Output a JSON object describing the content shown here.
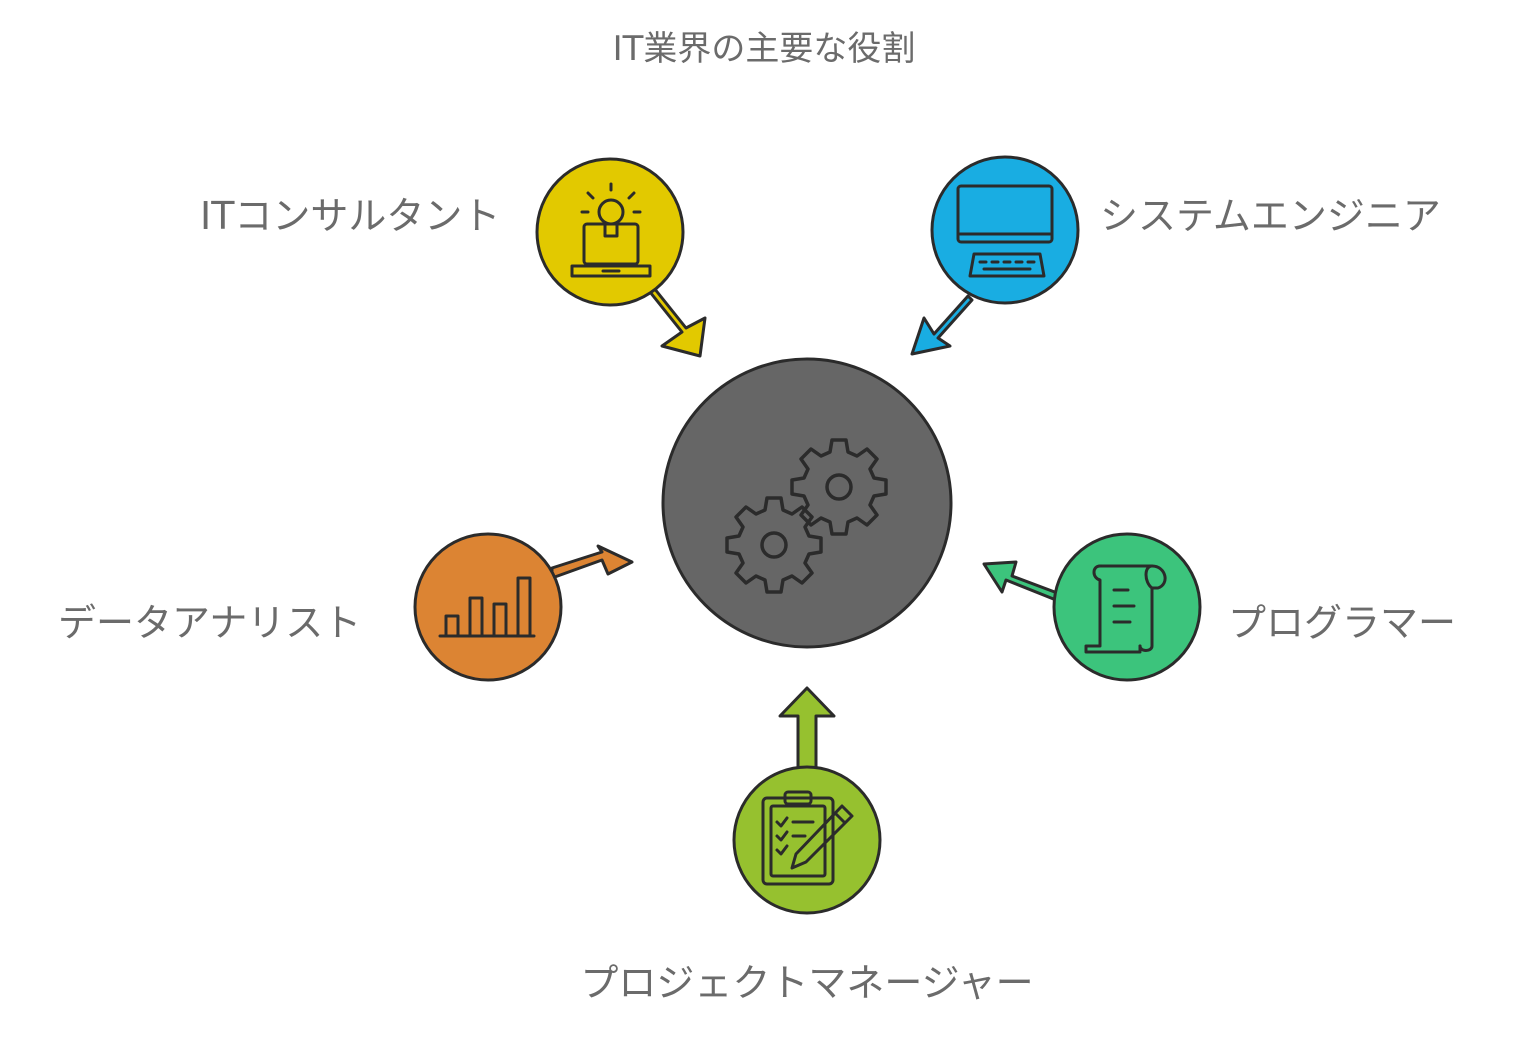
{
  "title": "IT業界の主要な役割",
  "center": {
    "icon": "gears-icon",
    "color": "#666666"
  },
  "roles": [
    {
      "key": "consultant",
      "label": "ITコンサルタント",
      "icon": "lightbulb-laptop-icon",
      "color": "#E2C900"
    },
    {
      "key": "system-engineer",
      "label": "システムエンジニア",
      "icon": "computer-monitor-icon",
      "color": "#19ADE2"
    },
    {
      "key": "data-analyst",
      "label": "データアナリスト",
      "icon": "bar-chart-icon",
      "color": "#DC8433"
    },
    {
      "key": "programmer",
      "label": "プログラマー",
      "icon": "scroll-document-icon",
      "color": "#3CC47C"
    },
    {
      "key": "project-manager",
      "label": "プロジェクトマネージャー",
      "icon": "clipboard-pencil-icon",
      "color": "#96C12F"
    }
  ]
}
